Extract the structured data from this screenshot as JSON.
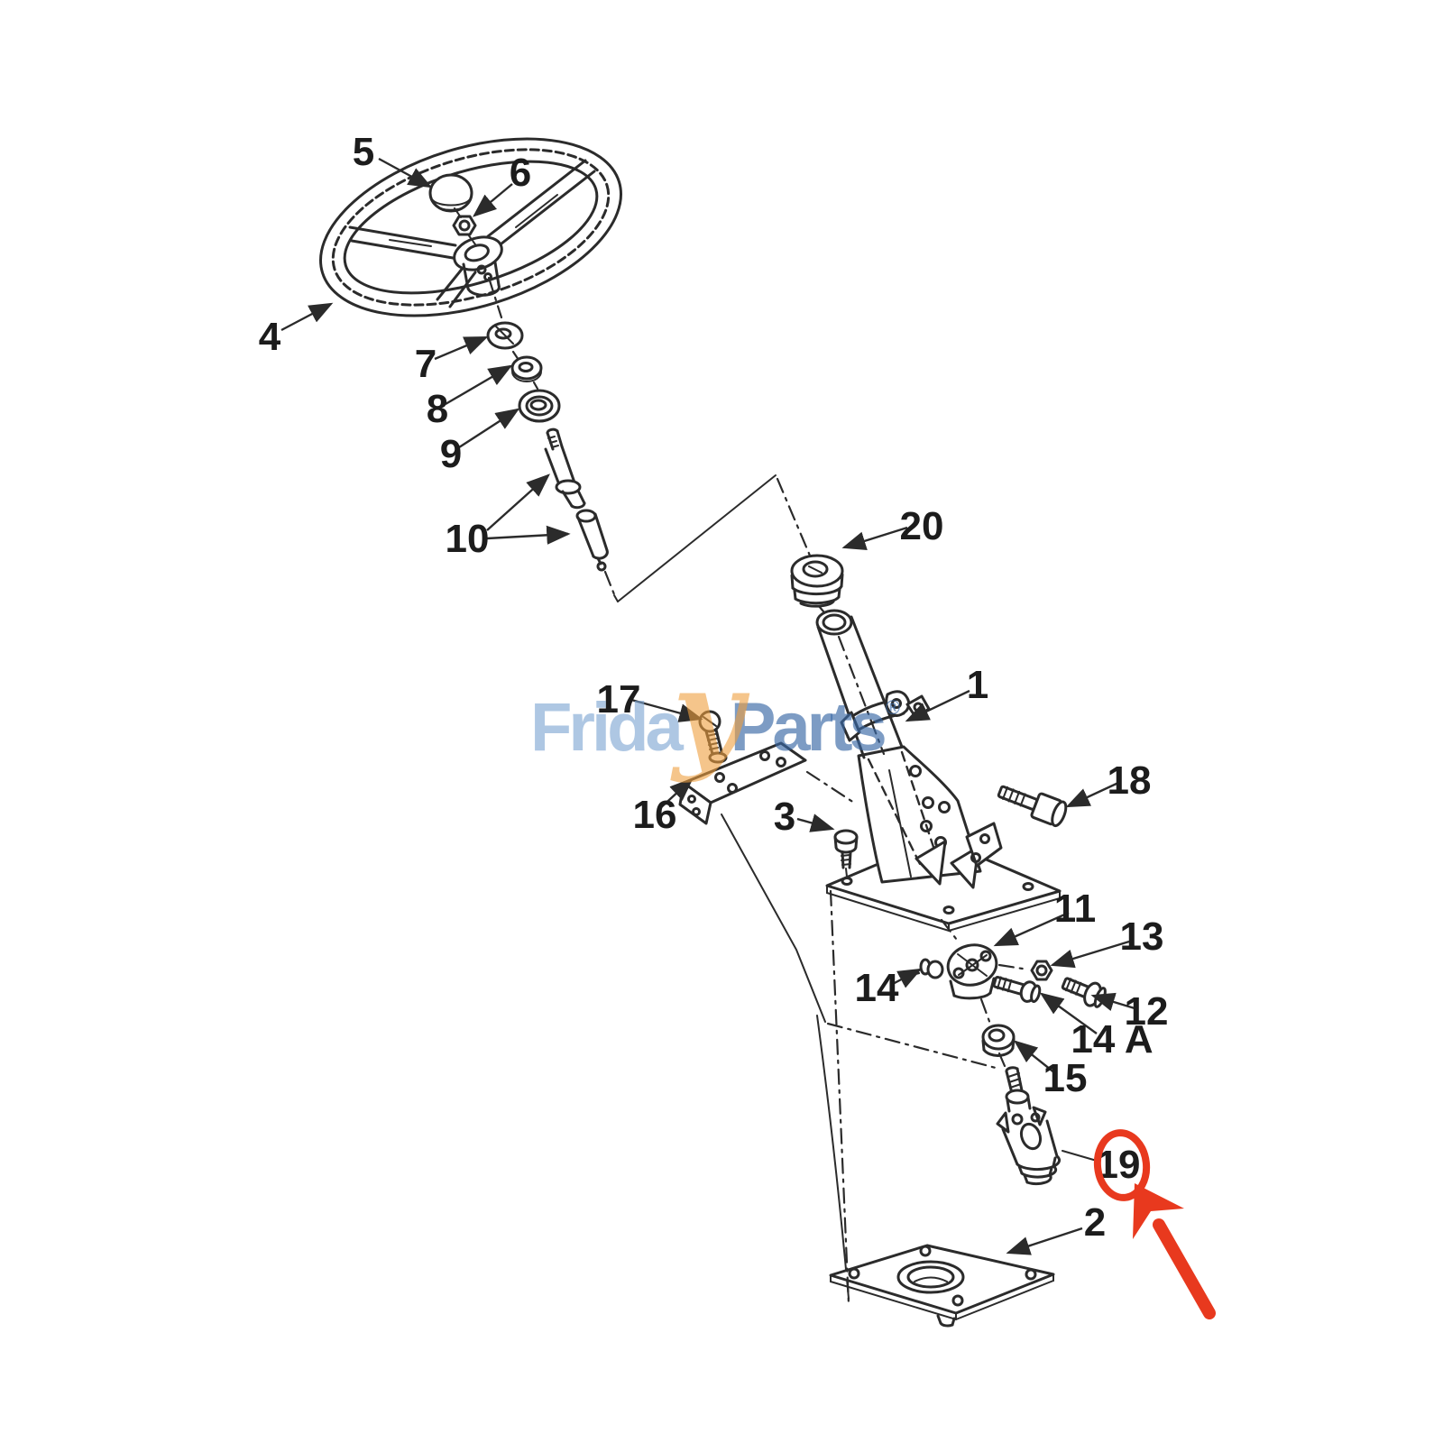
{
  "canvas": {
    "background": "#ffffff"
  },
  "diagram": {
    "description": "Exploded parts diagram of steering column assembly",
    "line_color": "#2b2b2b",
    "callouts": [
      {
        "label": "1"
      },
      {
        "label": "2"
      },
      {
        "label": "3"
      },
      {
        "label": "4"
      },
      {
        "label": "5"
      },
      {
        "label": "6"
      },
      {
        "label": "7"
      },
      {
        "label": "8"
      },
      {
        "label": "9"
      },
      {
        "label": "10"
      },
      {
        "label": "11"
      },
      {
        "label": "12"
      },
      {
        "label": "13"
      },
      {
        "label": "14"
      },
      {
        "label": "14 A"
      },
      {
        "label": "15"
      },
      {
        "label": "16"
      },
      {
        "label": "17"
      },
      {
        "label": "18"
      },
      {
        "label": "19"
      },
      {
        "label": "20"
      }
    ],
    "highlight": {
      "callout": "19",
      "color": "#e8391e"
    }
  },
  "watermark": {
    "prefix": "Frida",
    "swoosh": "y",
    "suffix": "Parts",
    "registered": "®",
    "blue_light": "#87a8cd",
    "blue_dark": "#4a74ad",
    "orange": "#f2a64a"
  }
}
